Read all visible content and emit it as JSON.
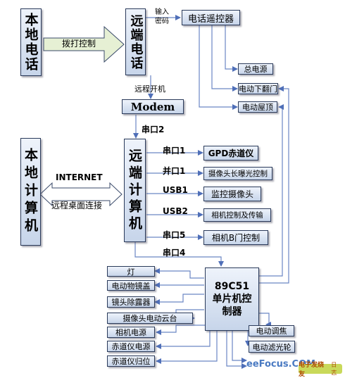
{
  "nodes": {
    "local_phone": "本地电话",
    "remote_phone": "远端电话",
    "phone_controller": "电话遥控器",
    "main_power": "总电源",
    "lower_flip_door": "电动下翻门",
    "motor_roof": "电动屋顶",
    "modem": "Modem",
    "local_computer": "本地计算机",
    "remote_computer": "远端计算机",
    "gpd_equatorial": "GPD赤道仪",
    "camera_exposure": "摄像头长曝光控制",
    "monitor_camera": "监控摄像头",
    "camera_control": "相机控制及传输",
    "camera_b_door": "相机B门控制",
    "mcu": "89C51单片机控制器",
    "lamp": "灯",
    "motor_lens_cover": "电动物镜盖",
    "lens_defogger": "镜头除露器",
    "camera_pan_tilt": "摄像头电动云台",
    "camera_power": "相机电源",
    "equatorial_power": "赤道仪电源",
    "equatorial_home": "赤道仪归位",
    "motor_focus": "电动调焦",
    "motor_filter_wheel": "电动滤光轮"
  },
  "labels": {
    "dial_control": "拨打控制",
    "input_password": "输入\n密码",
    "remote_power_on": "远程开机",
    "serial_2": "串口2",
    "internet": "INTERNET",
    "remote_desktop": "远程桌面连接",
    "serial_1": "串口1",
    "parallel_1": "并口1",
    "usb1": "USB1",
    "usb2": "USB2",
    "serial_5": "串口5",
    "serial_4": "串口4"
  },
  "watermark": {
    "main": "eeFocus.COM",
    "corner": "电子发烧友",
    "corner_sub": "日志"
  },
  "colors": {
    "box_top": "#eef3fb",
    "box_bottom": "#c7d5ea",
    "line": "#6b86c4",
    "arrow_fill": "#e6f0d4",
    "watermark": "#2b63b8"
  }
}
